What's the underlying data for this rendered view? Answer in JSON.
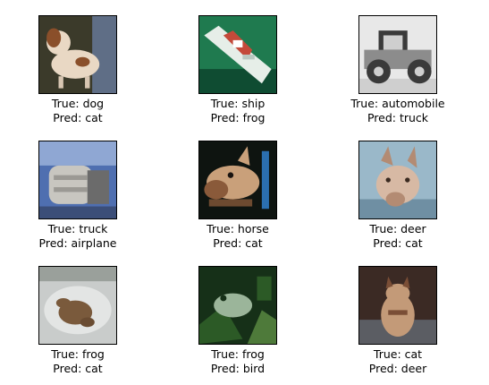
{
  "tiles": [
    {
      "true_label": "True: dog",
      "pred_label": "Pred: cat",
      "colors": {
        "bg": "#3b3a2a",
        "a": "#e9d8c4",
        "b": "#8a4f2a",
        "c": "#5f6e86"
      }
    },
    {
      "true_label": "True: ship",
      "pred_label": "Pred: frog",
      "colors": {
        "bg": "#1f7a4f",
        "a": "#e6eee8",
        "b": "#c44a3a",
        "c": "#0f4c32"
      }
    },
    {
      "true_label": "True: automobile",
      "pred_label": "Pred: truck",
      "colors": {
        "bg": "#e8e8e8",
        "a": "#3a3a3a",
        "b": "#8c8c8c",
        "c": "#cfcfcf"
      }
    },
    {
      "true_label": "True: truck",
      "pred_label": "Pred: airplane",
      "colors": {
        "bg": "#4f6fb0",
        "a": "#c8c6c0",
        "b": "#6b6b6b",
        "c": "#8fa7d3"
      }
    },
    {
      "true_label": "True: horse",
      "pred_label": "Pred: cat",
      "colors": {
        "bg": "#0e1410",
        "a": "#c9a07a",
        "b": "#8a5a3a",
        "c": "#2b6fb0"
      }
    },
    {
      "true_label": "True: deer",
      "pred_label": "Pred: cat",
      "colors": {
        "bg": "#9ab8c9",
        "a": "#d7b9a4",
        "b": "#b38b73",
        "c": "#6f8fa3"
      }
    },
    {
      "true_label": "True: frog",
      "pred_label": "Pred: cat",
      "colors": {
        "bg": "#c9cccb",
        "a": "#7a5a3c",
        "b": "#9aa09b",
        "c": "#e3e5e4"
      }
    },
    {
      "true_label": "True: frog",
      "pred_label": "Pred: bird",
      "colors": {
        "bg": "#163018",
        "a": "#9bb59a",
        "b": "#4e7a3a",
        "c": "#2c5a26"
      }
    },
    {
      "true_label": "True: cat",
      "pred_label": "Pred: deer",
      "colors": {
        "bg": "#3b2a24",
        "a": "#c39a78",
        "b": "#7a4e36",
        "c": "#5b5d63"
      }
    }
  ]
}
